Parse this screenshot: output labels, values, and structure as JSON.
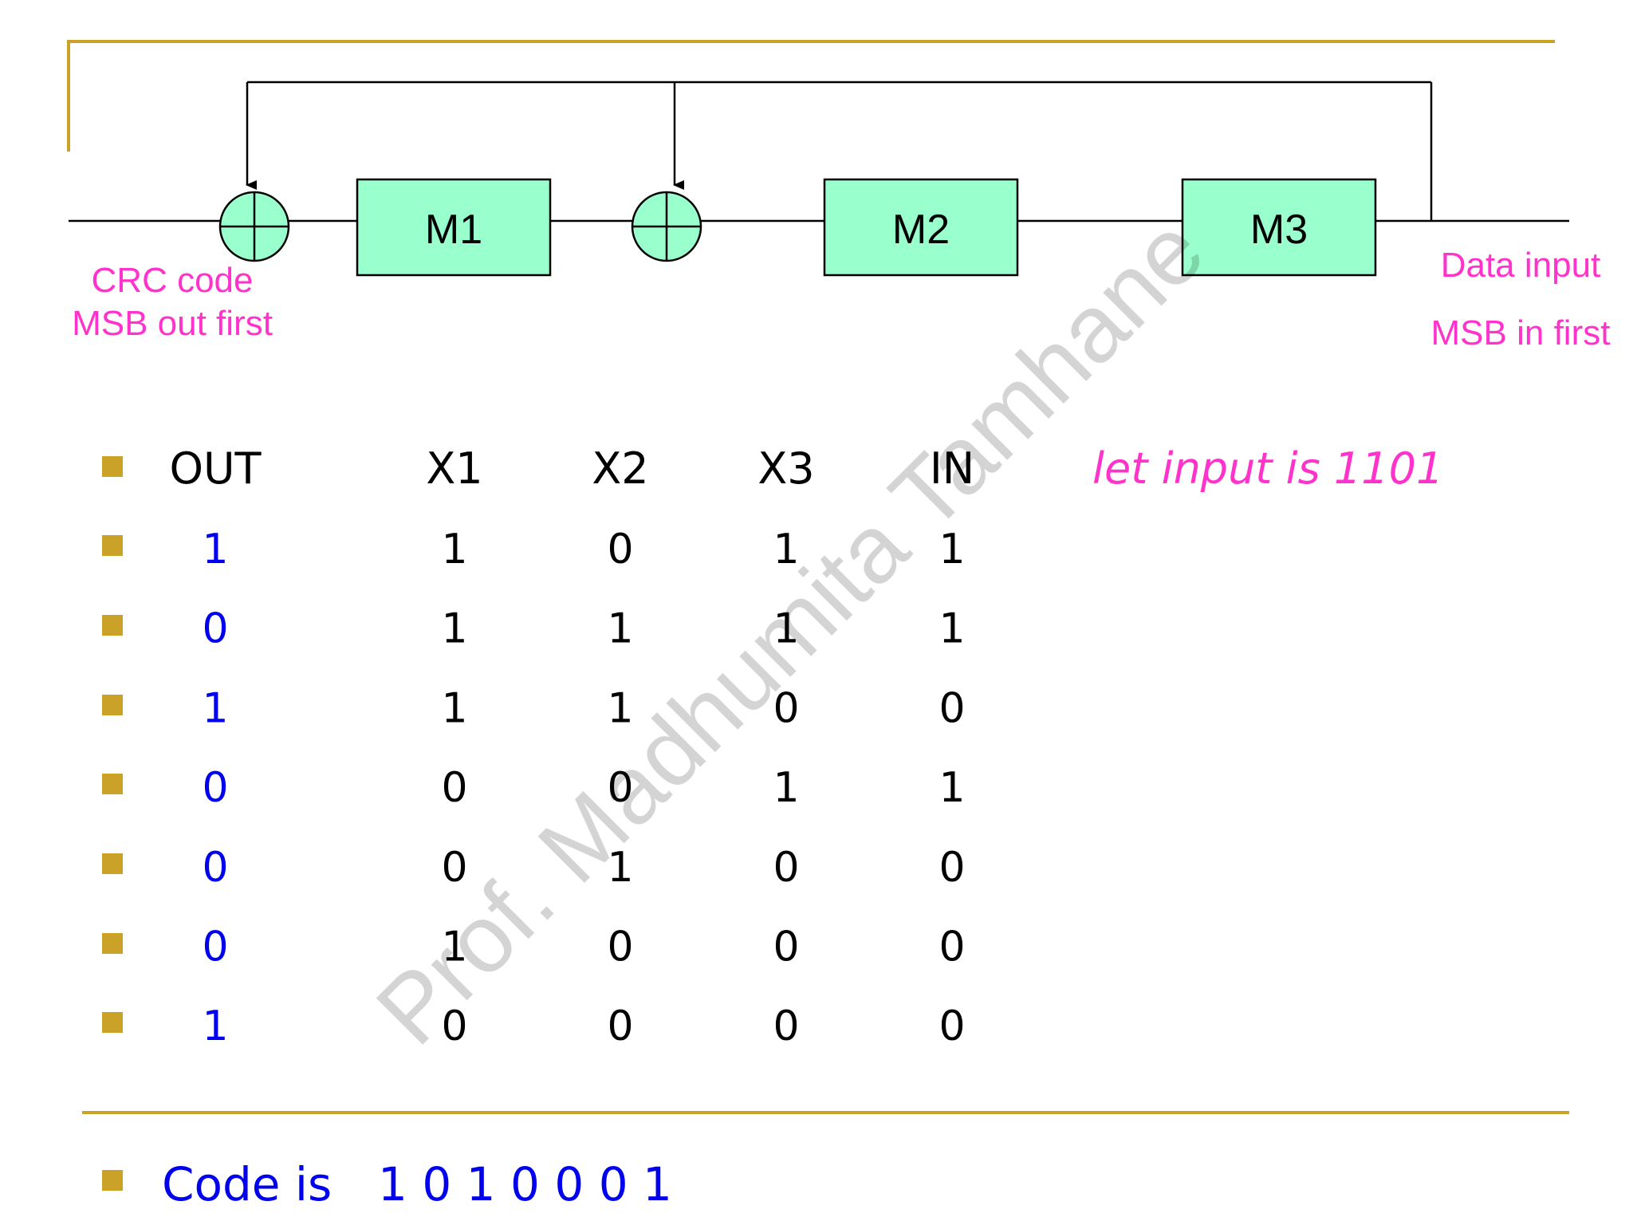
{
  "diagram": {
    "registers": [
      "M1",
      "M2",
      "M3"
    ],
    "left_label": [
      "CRC code",
      "MSB out first"
    ],
    "right_label": [
      "Data input",
      "MSB in first"
    ]
  },
  "table": {
    "headers": [
      "OUT",
      "X1",
      "X2",
      "X3",
      "IN"
    ],
    "rows": [
      [
        "1",
        "1",
        "0",
        "1",
        "1"
      ],
      [
        "0",
        "1",
        "1",
        "1",
        "1"
      ],
      [
        "1",
        "1",
        "1",
        "0",
        "0"
      ],
      [
        "0",
        "0",
        "0",
        "1",
        "1"
      ],
      [
        "0",
        "0",
        "1",
        "0",
        "0"
      ],
      [
        "0",
        "1",
        "0",
        "0",
        "0"
      ],
      [
        "1",
        "0",
        "0",
        "0",
        "0"
      ]
    ]
  },
  "note": "let input is 1101",
  "code_line": {
    "label": "Code is",
    "value": "1 0 1 0 0 0 1"
  },
  "watermark": "Prof. Madhumita Tamhane",
  "colors": {
    "accent_line": "#c9a227",
    "bullet": "#c9a227",
    "register_fill": "#99ffcc",
    "pink": "#ff33cc",
    "blue": "#0000ee"
  }
}
